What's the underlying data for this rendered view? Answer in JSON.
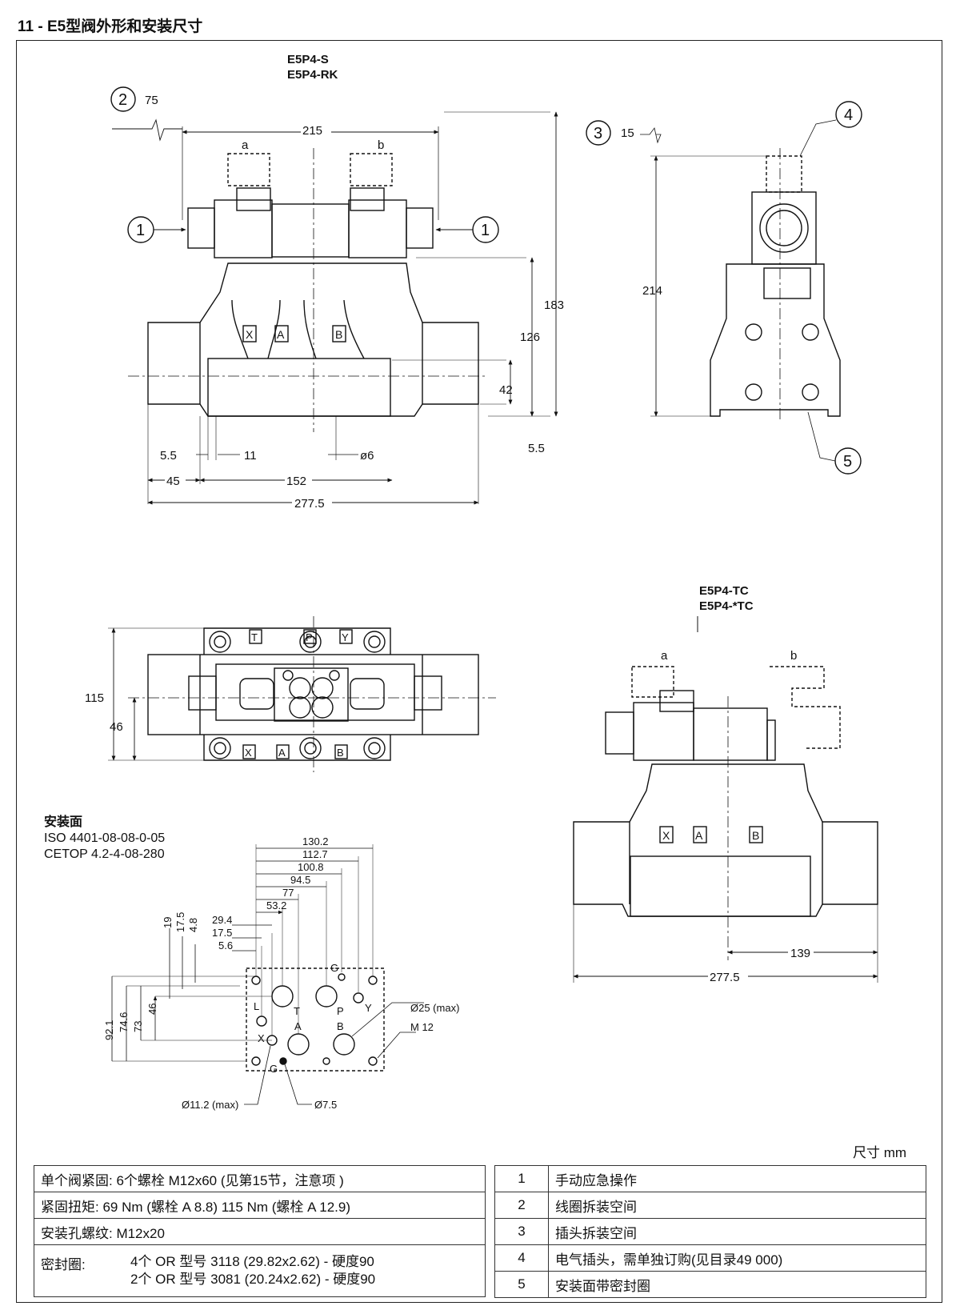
{
  "header": {
    "title": "11 - E5型阀外形和安装尺寸"
  },
  "views": {
    "front": {
      "model_1": "E5P4-S",
      "model_2": "E5P4-RK",
      "solenoid_a": "a",
      "solenoid_b": "b",
      "port_x": "X",
      "port_a": "A",
      "port_b": "B",
      "dims": {
        "d215": "215",
        "d75": "75",
        "d183": "183",
        "d126": "126",
        "d42": "42",
        "d5_5r": "5.5",
        "d5_5l": "5.5",
        "d11": "11",
        "d6": "ø6",
        "d45": "45",
        "d152": "152",
        "d277": "277.5"
      }
    },
    "side": {
      "d15": "15",
      "d214": "214"
    },
    "top": {
      "d115": "115",
      "d46": "46",
      "port_t": "T",
      "port_p": "P",
      "port_y": "Y",
      "port_x": "X",
      "port_a": "A",
      "port_b": "B"
    },
    "tc": {
      "model_1": "E5P4-TC",
      "model_2": "E5P4-*TC",
      "solenoid_a": "a",
      "solenoid_b": "b",
      "port_x": "X",
      "port_a": "A",
      "port_b": "B",
      "d139": "139",
      "d277": "277.5"
    },
    "mounting": {
      "heading": "安装面",
      "std_1": "ISO 4401-08-08-0-05",
      "std_2": "CETOP 4.2-4-08-280",
      "h_dims": [
        "130.2",
        "112.7",
        "100.8",
        "94.5",
        "77",
        "53.2",
        "29.4",
        "17.5",
        "5.6"
      ],
      "v_top_dims": [
        "19",
        "17.5",
        "4.8"
      ],
      "v_dims": [
        "92.1",
        "74.6",
        "73",
        "46"
      ],
      "labels": {
        "g_top": "G",
        "l": "L",
        "t": "T",
        "p": "P",
        "y": "Y",
        "x": "X",
        "a": "A",
        "b": "B",
        "g_bot": "G"
      },
      "notes": {
        "d25": "Ø25 (max)",
        "m12": "M 12",
        "d11_2": "Ø11.2 (max)",
        "d7_5": "Ø7.5"
      }
    }
  },
  "callouts": [
    "1",
    "2",
    "3",
    "4",
    "5"
  ],
  "unit_label": "尺寸    mm",
  "specs": [
    {
      "label": "单个阀紧固:  6个螺栓  M12x60 (见第15节，注意项 )"
    },
    {
      "label": "紧固扭矩:  69 Nm (螺栓  A 8.8)     115 Nm  (螺栓 A 12.9)"
    },
    {
      "label": "安装孔螺纹:   M12x20"
    },
    {
      "label": "密封圈:",
      "line_1": "4个 OR 型号 3118 (29.82x2.62) - 硬度90",
      "line_2": "2个 OR 型号 3081 (20.24x2.62) - 硬度90"
    }
  ],
  "legend": [
    {
      "num": "1",
      "text": "手动应急操作"
    },
    {
      "num": "2",
      "text": "线圈拆装空间"
    },
    {
      "num": "3",
      "text": "插头拆装空间"
    },
    {
      "num": "4",
      "text": "电气插头，需单独订购(见目录49 000)"
    },
    {
      "num": "5",
      "text": "安装面带密封圈"
    }
  ]
}
